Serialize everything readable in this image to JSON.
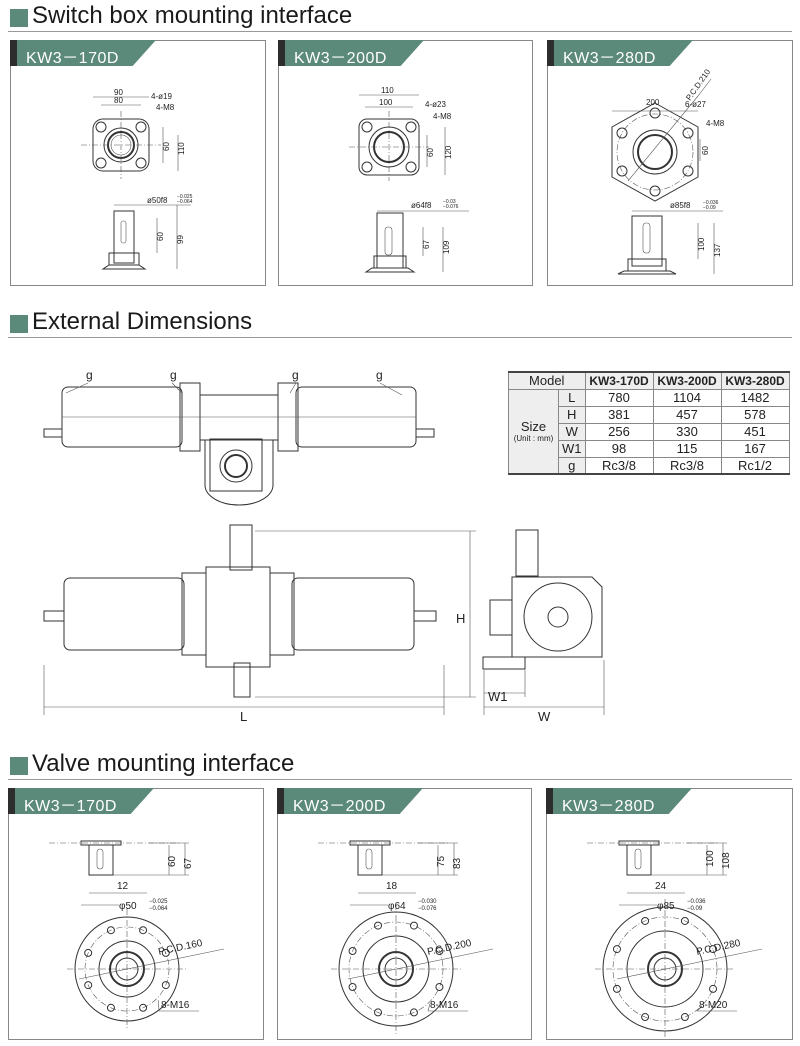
{
  "sections": {
    "switch": "Switch box mounting interface",
    "external": "External Dimensions",
    "valve": "Valve mounting interface"
  },
  "switch_panels": [
    {
      "model": "KW3－170D",
      "w1": "90",
      "w2": "80",
      "holes": "4-ø19",
      "tap": "4-M8",
      "h1": "60",
      "h2": "110",
      "shaft": "ø50f8",
      "tol_up": "−0.025",
      "tol_lo": "−0.064",
      "s1": "60",
      "s2": "99"
    },
    {
      "model": "KW3－200D",
      "w1": "110",
      "w2": "100",
      "holes": "4-ø23",
      "tap": "4-M8",
      "h1": "60",
      "h2": "120",
      "shaft": "ø64f8",
      "tol_up": "−0.03",
      "tol_lo": "−0.076",
      "s1": "67",
      "s2": "109"
    },
    {
      "model": "KW3－280D",
      "w1": "200",
      "pcd": "P.C.D.210",
      "holes": "6-ø27",
      "tap": "4-M8",
      "h1": "60",
      "shaft": "ø85f8",
      "tol_up": "−0.036",
      "tol_lo": "−0.09",
      "s1": "100",
      "s2": "137"
    }
  ],
  "external": {
    "g": "g",
    "L": "L",
    "H": "H",
    "W": "W",
    "W1": "W1"
  },
  "table": {
    "model_label": "Model",
    "size_label": "Size",
    "unit_label": "(Unit : mm)",
    "models": [
      "KW3-170D",
      "KW3-200D",
      "KW3-280D"
    ],
    "rows": [
      {
        "key": "L",
        "values": [
          "780",
          "1104",
          "1482"
        ]
      },
      {
        "key": "H",
        "values": [
          "381",
          "457",
          "578"
        ]
      },
      {
        "key": "W",
        "values": [
          "256",
          "330",
          "451"
        ]
      },
      {
        "key": "W1",
        "values": [
          "98",
          "115",
          "167"
        ]
      },
      {
        "key": "g",
        "values": [
          "Rc3/8",
          "Rc3/8",
          "Rc1/2"
        ]
      }
    ]
  },
  "valve_panels": [
    {
      "model": "KW3－170D",
      "h1": "60",
      "h2": "67",
      "key": "12",
      "dia": "φ50",
      "tol_up": "−0.025",
      "tol_lo": "−0.064",
      "pcd": "P.C.D.160",
      "bolts": "8-M16"
    },
    {
      "model": "KW3－200D",
      "h1": "75",
      "h2": "83",
      "key": "18",
      "dia": "φ64",
      "tol_up": "−0.030",
      "tol_lo": "−0.076",
      "pcd": "P.C.D.200",
      "bolts": "8-M16"
    },
    {
      "model": "KW3－280D",
      "h1": "100",
      "h2": "108",
      "key": "24",
      "dia": "φ85",
      "tol_up": "−0.036",
      "tol_lo": "−0.09",
      "pcd": "P.C.D.280",
      "bolts": "8-M20"
    }
  ]
}
